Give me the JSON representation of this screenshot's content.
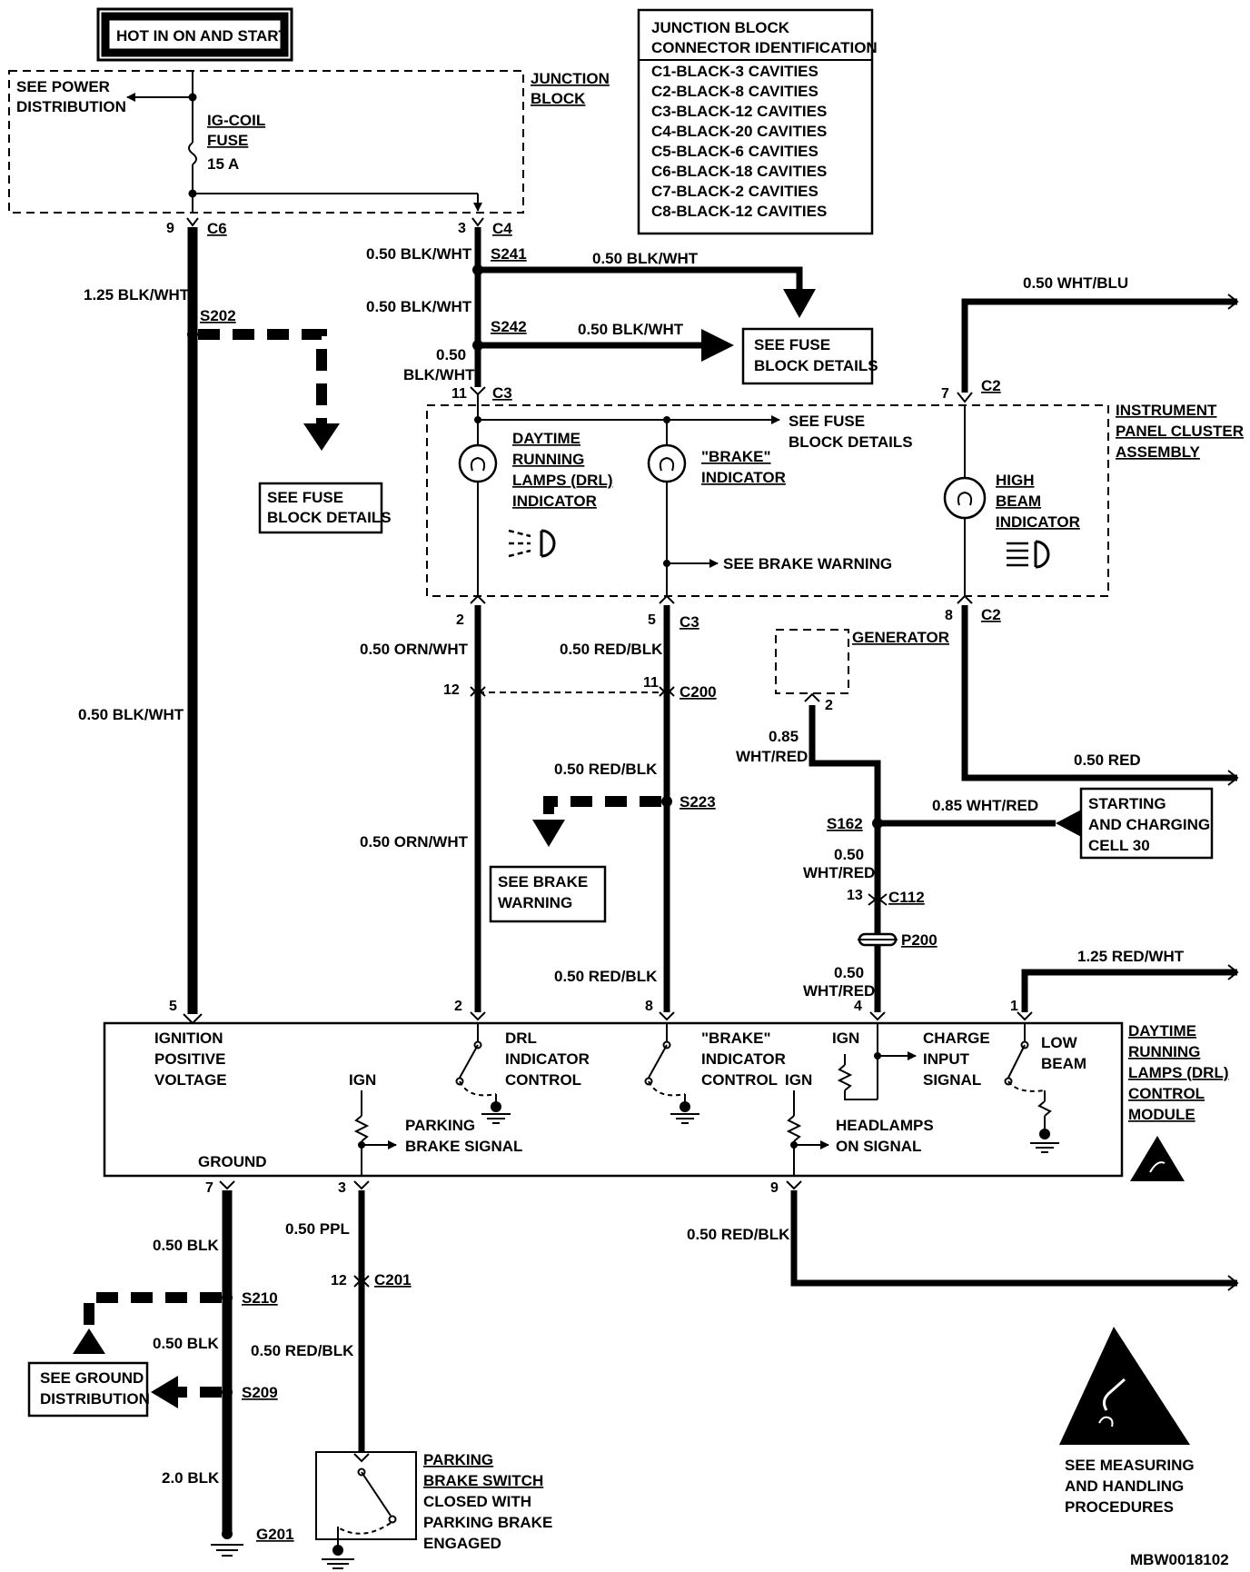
{
  "header_box": "HOT IN ON AND START",
  "junction_table": {
    "title": [
      "JUNCTION BLOCK",
      "CONNECTOR IDENTIFICATION"
    ],
    "rows": [
      "C1-BLACK-3 CAVITIES",
      "C2-BLACK-8 CAVITIES",
      "C3-BLACK-12 CAVITIES",
      "C4-BLACK-20 CAVITIES",
      "C5-BLACK-6 CAVITIES",
      "C6-BLACK-18 CAVITIES",
      "C7-BLACK-2 CAVITIES",
      "C8-BLACK-12 CAVITIES"
    ]
  },
  "junction_block": {
    "label": [
      "JUNCTION",
      "BLOCK"
    ],
    "see_power": [
      "SEE POWER",
      "DISTRIBUTION"
    ],
    "fuse_name": [
      "IG-COIL",
      "FUSE"
    ],
    "fuse_rating": "15 A"
  },
  "connectors": {
    "c6_pin": "9",
    "c6": "C6",
    "c4_pin": "3",
    "c4": "C4",
    "c3_top_pin": "11",
    "c3": "C3",
    "c2_top_pin": "7",
    "c2": "C2",
    "drl_out_pin": "2",
    "brake_out_pin": "5",
    "hb_out_pin": "8",
    "c200_left_pin": "12",
    "c200_right_pin": "11",
    "c200": "C200",
    "gen_pin": "2",
    "c112_pin": "13",
    "c112": "C112",
    "p200": "P200",
    "mod_pin5": "5",
    "mod_pin2": "2",
    "mod_pin8": "8",
    "mod_pin4": "4",
    "mod_pin1": "1",
    "mod_pin7": "7",
    "mod_pin3": "3",
    "mod_pin9": "9",
    "c201_pin": "12",
    "c201": "C201"
  },
  "splices": {
    "s241": "S241",
    "s242": "S242",
    "s202": "S202",
    "s223": "S223",
    "s162": "S162",
    "s210": "S210",
    "s209": "S209",
    "g201": "G201"
  },
  "wires": {
    "blkwht_050": "0.50 BLK/WHT",
    "blkwht_050_a": "0.50",
    "blkwht_050_b": "BLK/WHT",
    "blkwht_125": "1.25 BLK/WHT",
    "whtblu_050": "0.50 WHT/BLU",
    "ornwht_050": "0.50 ORN/WHT",
    "redblk_050": "0.50 RED/BLK",
    "whtred_085_a": "0.85",
    "whtred_085_b": "WHT/RED",
    "whtred_085": "0.85 WHT/RED",
    "whtred_050_a": "0.50",
    "whtred_050_b": "WHT/RED",
    "red_050": "0.50 RED",
    "redwht_125": "1.25 RED/WHT",
    "blk_050": "0.50 BLK",
    "ppl_050": "0.50 PPL",
    "blk_20": "2.0 BLK"
  },
  "refs": {
    "fuse_block_1": [
      "SEE FUSE",
      "BLOCK DETAILS"
    ],
    "fuse_block_2": [
      "SEE FUSE",
      "BLOCK DETAILS"
    ],
    "fuse_block_3": [
      "SEE FUSE",
      "BLOCK DETAILS"
    ],
    "brake_warning_line": "SEE BRAKE WARNING",
    "brake_warning_box": [
      "SEE BRAKE",
      "WARNING"
    ],
    "starting_charging": [
      "STARTING",
      "AND CHARGING",
      "CELL 30"
    ],
    "ground_dist": [
      "SEE GROUND",
      "DISTRIBUTION"
    ],
    "measuring": [
      "SEE MEASURING",
      "AND HANDLING",
      "PROCEDURES"
    ]
  },
  "ipc": {
    "label": [
      "INSTRUMENT",
      "PANEL CLUSTER",
      "ASSEMBLY"
    ],
    "drl_indicator": [
      "DAYTIME",
      "RUNNING",
      "LAMPS (DRL)",
      "INDICATOR"
    ],
    "brake_indicator": [
      "\"BRAKE\"",
      "INDICATOR"
    ],
    "high_beam": [
      "HIGH",
      "BEAM",
      "INDICATOR"
    ]
  },
  "generator": "GENERATOR",
  "module": {
    "label": [
      "DAYTIME",
      "RUNNING",
      "LAMPS (DRL)",
      "CONTROL",
      "MODULE"
    ],
    "ign_pos": [
      "IGNITION",
      "POSITIVE",
      "VOLTAGE"
    ],
    "drl_ctrl": [
      "DRL",
      "INDICATOR",
      "CONTROL"
    ],
    "brake_ctrl": [
      "\"BRAKE\"",
      "INDICATOR",
      "CONTROL"
    ],
    "ign": "IGN",
    "charge": [
      "CHARGE",
      "INPUT",
      "SIGNAL"
    ],
    "low_beam": [
      "LOW",
      "BEAM"
    ],
    "parking_sig": [
      "PARKING",
      "BRAKE SIGNAL"
    ],
    "headlamps_sig": [
      "HEADLAMPS",
      "ON SIGNAL"
    ],
    "ground": "GROUND"
  },
  "parking_switch": [
    "PARKING",
    "BRAKE SWITCH",
    "CLOSED WITH",
    "PARKING BRAKE",
    "ENGAGED"
  ],
  "diagram_id": "MBW0018102"
}
